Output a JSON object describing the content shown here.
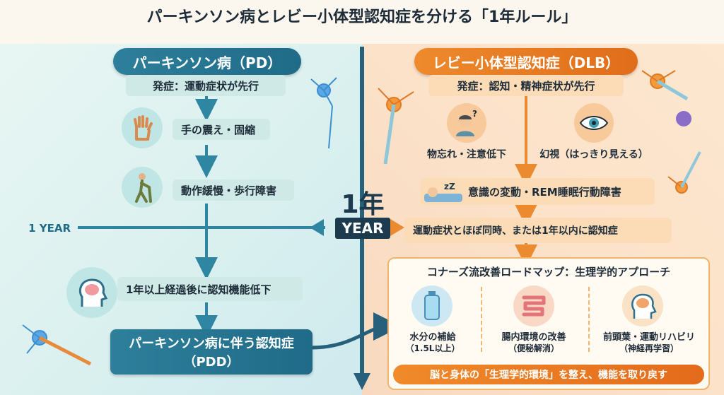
{
  "title": "パーキンソン病とレビー小体型認知症を分ける「1年ルール」",
  "pd": {
    "header": "パーキンソン病（PD）",
    "onset": "発症：運動症状が先行",
    "step1": "手の震え・固縮",
    "step2": "動作緩慢・歩行障害",
    "step3": "1年以上経過後に認知機能低下",
    "final_line1": "パーキンソン病に伴う認知症",
    "final_line2": "（PDD）"
  },
  "divider": {
    "big": "1年",
    "year": "YEAR",
    "left_label": "1 YEAR"
  },
  "dlb": {
    "header": "レビー小体型認知症（DLB）",
    "onset": "発症：認知・精神症状が先行",
    "sym1": "物忘れ・注意低下",
    "sym2": "幻視（はっきり見える）",
    "step3": "意識の変動・REM睡眠行動障害",
    "step4": "運動症状とほぼ同時、または1年以内に認知症"
  },
  "roadmap": {
    "title": "コナーズ流改善ロードマップ：生理学的アプローチ",
    "items": [
      {
        "label": "水分の補給",
        "sub": "（1.5L以上）"
      },
      {
        "label": "腸内環境の改善",
        "sub": "（便秘解消）"
      },
      {
        "label": "前頭葉・運動リハビリ",
        "sub": "（神経再学習）"
      }
    ],
    "footer": "脳と身体の「生理学的環境」を整え、機能を取り戻す"
  }
}
